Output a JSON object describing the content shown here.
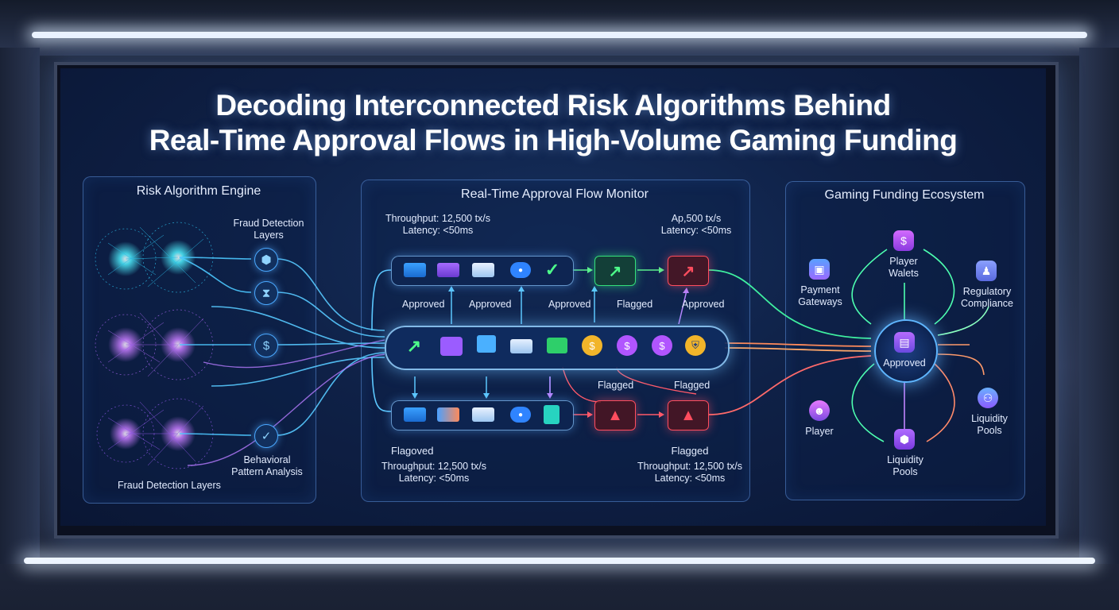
{
  "title_line1": "Decoding Interconnected Risk Algorithms Behind",
  "title_line2": "Real-Time Approval Flows in High-Volume Gaming Funding",
  "left_panel": {
    "title": "Risk Algorithm Engine",
    "fraud_layers_top": "Fraud Detection\nLayers",
    "behavioral": "Behavioral\nPattern Analysis",
    "fraud_layers_bottom": "Fraud Detection Layers",
    "icons": [
      "fraud-shield-icon",
      "filter-icon",
      "dollar-icon",
      "check-icon"
    ]
  },
  "center_panel": {
    "title": "Real-Time Approval Flow Monitor",
    "stats_top_left": "Throughput: 12,500 tx/s\nLatency: <50ms",
    "stats_top_right": "Ap,500 tx/s\nLatency: <50ms",
    "stats_bottom_left_status": "Flagoved",
    "stats_bottom_left": "Throughput: 12,500 tx/s\nLatency: <50ms",
    "stats_bottom_right_status": "Flagged",
    "stats_bottom_right": "Throughput: 12,500 tx/s\nLatency: <50ms",
    "top_labels": [
      "Approved",
      "Approved",
      "Approved",
      "Flagged",
      "Approved"
    ],
    "bottom_labels": [
      "Flagged",
      "Flagged"
    ],
    "colors": {
      "approved": "#34e07a",
      "flagged": "#ff4d5e",
      "flow": "#5cc8ff"
    }
  },
  "right_panel": {
    "title": "Gaming Funding Ecosystem",
    "player_wallets": "Player\nWalets",
    "payment_gateways": "Payment\nGateways",
    "regulatory": "Regulatory\nCompliance",
    "hub_label": "Approved",
    "player": "Player",
    "liquidity_right": "Liquidity\nPools",
    "liquidity_bottom": "Liquidity\nPools"
  }
}
